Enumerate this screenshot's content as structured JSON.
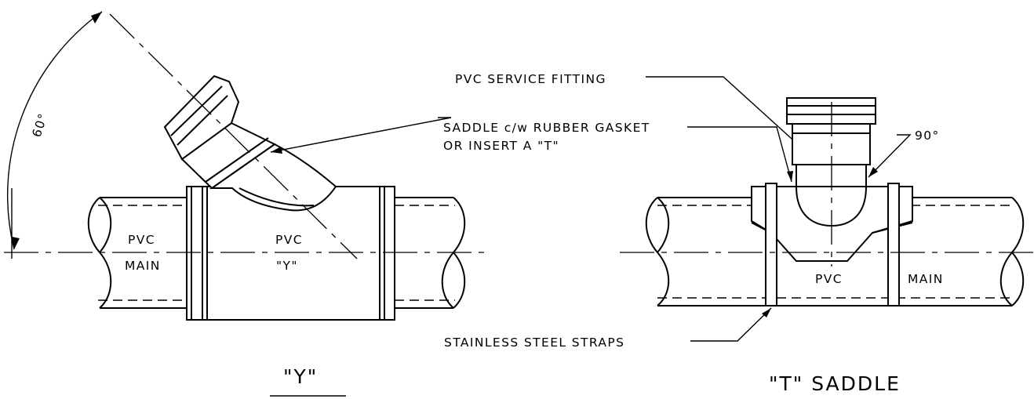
{
  "labels": {
    "pvc_service_fitting": "PVC SERVICE FITTING",
    "saddle_line1": "SADDLE c/w RUBBER GASKET",
    "saddle_line2": "OR INSERT A \"T\"",
    "angle_60": "60°",
    "angle_90": "90°",
    "y_pvc_main_top": "PVC",
    "y_pvc_main_bottom": "MAIN",
    "y_pvc_y_top": "PVC",
    "y_pvc_y_bottom": "\"Y\"",
    "t_pvc": "PVC",
    "t_main": "MAIN",
    "stainless_steel_straps": "STAINLESS STEEL STRAPS"
  },
  "titles": {
    "y_view": "\"Y\"",
    "t_view": "\"T\" SADDLE"
  },
  "colors": {
    "line": "#000000",
    "background": "#ffffff"
  }
}
